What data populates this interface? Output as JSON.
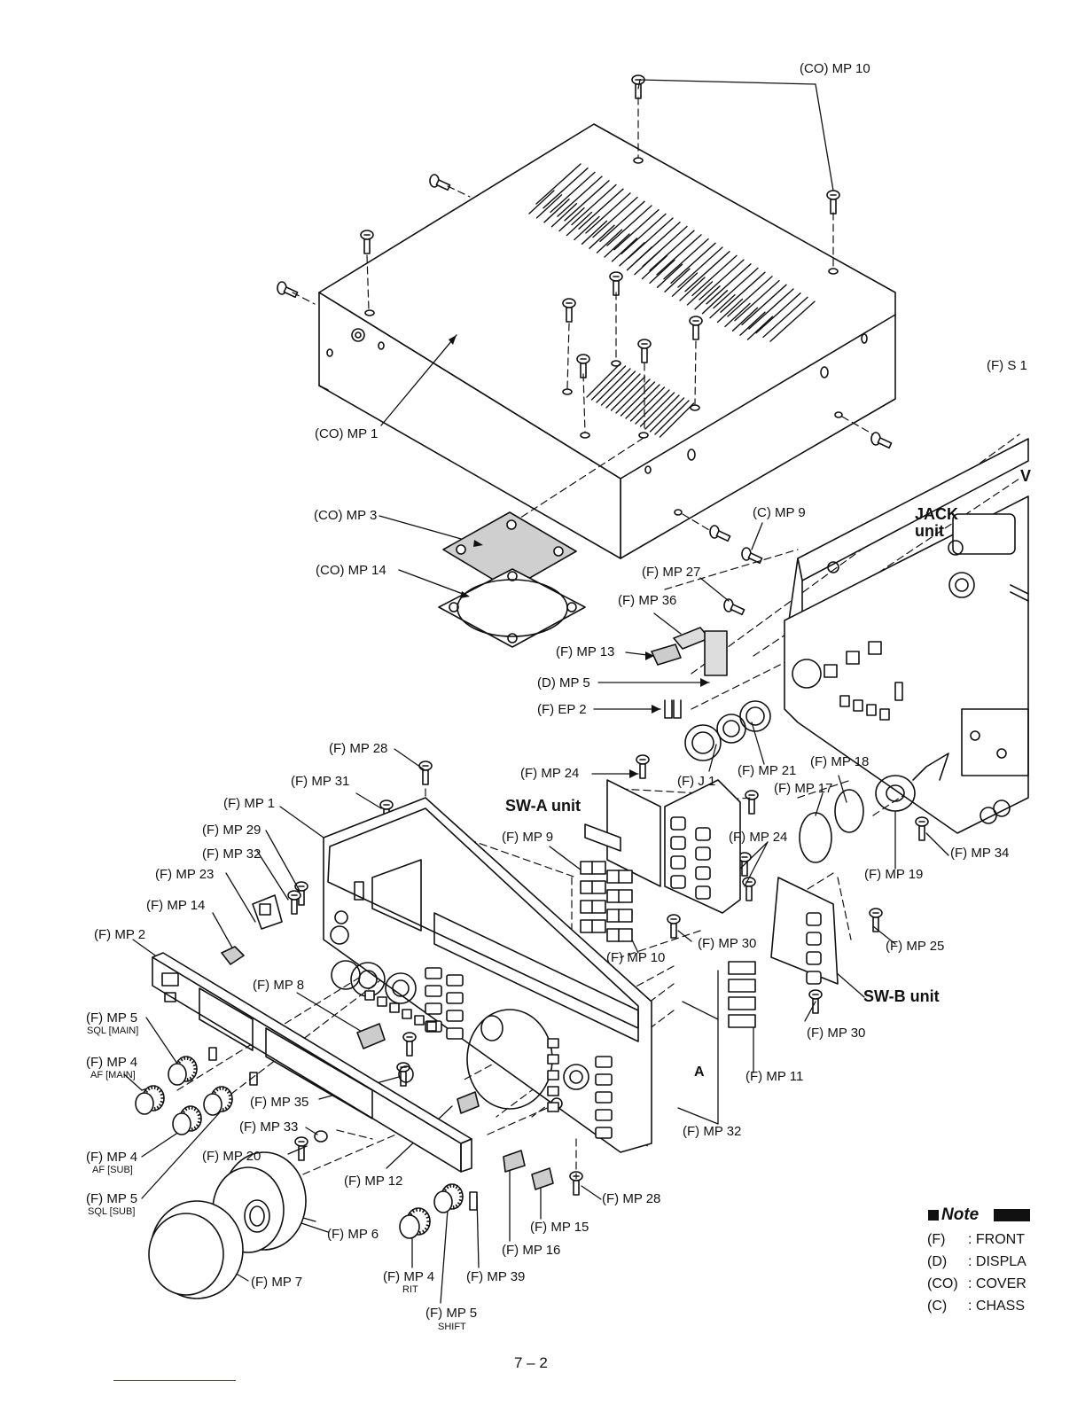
{
  "labels": {
    "co_mp10": "(CO) MP 10",
    "co_mp1": "(CO) MP 1",
    "co_mp3": "(CO) MP 3",
    "co_mp14": "(CO) MP 14",
    "fs1": "(F) S 1",
    "c_mp9": "(C) MP 9",
    "f_mp27": "(F) MP 27",
    "f_mp36": "(F) MP 36",
    "f_mp13": "(F) MP 13",
    "d_mp5": "(D) MP 5",
    "f_ep2": "(F) EP 2",
    "f_mp28_top": "(F) MP 28",
    "f_mp31": "(F) MP 31",
    "f_mp1": "(F) MP 1",
    "f_mp29": "(F) MP 29",
    "f_mp32_left": "(F) MP 32",
    "f_mp23": "(F) MP 23",
    "f_mp14": "(F) MP 14",
    "f_mp2": "(F) MP 2",
    "f_mp8": "(F) MP 8",
    "f_mp5_sql_main": "(F) MP 5",
    "f_mp4_af_main": "(F) MP 4",
    "f_mp35": "(F) MP 35",
    "f_mp33": "(F) MP 33",
    "f_mp4_af_sub": "(F) MP 4",
    "f_mp20": "(F) MP 20",
    "f_mp5_sql_sub": "(F) MP 5",
    "f_mp12": "(F) MP 12",
    "f_mp6": "(F) MP 6",
    "f_mp7": "(F) MP 7",
    "f_mp4_rit": "(F) MP 4",
    "f_mp39": "(F) MP 39",
    "f_mp5_shift": "(F) MP 5",
    "f_mp24_top": "(F) MP 24",
    "f_j1": "(F) J 1",
    "f_mp21": "(F) MP 21",
    "f_mp18": "(F) MP 18",
    "f_mp17": "(F) MP 17",
    "f_mp9": "(F) MP 9",
    "f_mp24_right": "(F) MP 24",
    "f_mp34": "(F) MP 34",
    "f_mp19": "(F) MP 19",
    "f_mp25": "(F) MP 25",
    "f_mp30_a": "(F) MP 30",
    "f_mp10": "(F) MP 10",
    "f_mp30_b": "(F) MP 30",
    "f_mp11": "(F) MP 11",
    "f_mp32_right": "(F) MP 32",
    "f_mp28_bottom": "(F) MP 28",
    "f_mp15": "(F) MP 15",
    "f_mp16": "(F) MP 16",
    "marker_a": "A"
  },
  "sublabels": {
    "sql_main": "SQL [MAIN]",
    "af_main": "AF [MAIN]",
    "af_sub": "AF [SUB]",
    "sql_sub": "SQL [SUB]",
    "rit": "RIT",
    "shift": "SHIFT"
  },
  "units": {
    "sw_a": "SW-A unit",
    "sw_b": "SW-B unit",
    "jack_line1": "JACK",
    "jack_line2": "unit",
    "v_cut": "V"
  },
  "note": {
    "title": "Note",
    "rows": [
      {
        "code": "(F)",
        "desc": ": FRONT"
      },
      {
        "code": "(D)",
        "desc": ": DISPLA"
      },
      {
        "code": "(CO)",
        "desc": ": COVER"
      },
      {
        "code": "(C)",
        "desc": ": CHASS"
      }
    ]
  },
  "page_number": "7 – 2"
}
